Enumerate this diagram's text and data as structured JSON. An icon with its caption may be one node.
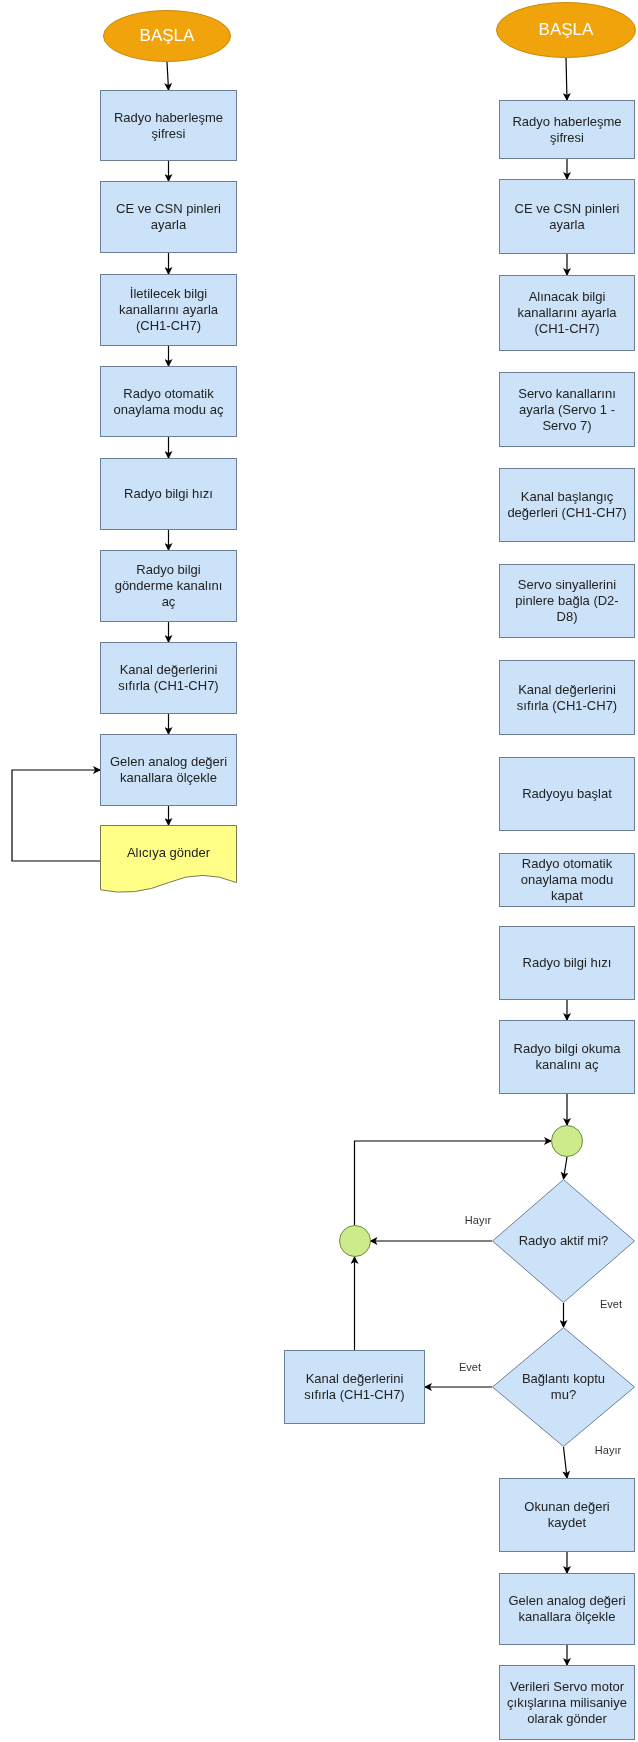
{
  "diagram": {
    "nodes": [
      {
        "text": [
          "BAŞLA"
        ]
      },
      {
        "text": [
          "Radyo haberleşme şifresi"
        ]
      },
      {
        "text": [
          "CE ve CSN pinleri ayarla"
        ]
      },
      {
        "text": [
          "İletilecek bilgi kanallarını ayarla (CH1-CH7)"
        ]
      },
      {
        "text": [
          "Radyo otomatik onaylama modu aç"
        ]
      },
      {
        "text": [
          "Radyo bilgi hızı"
        ]
      },
      {
        "text": [
          "Radyo bilgi gönderme kanalını aç"
        ]
      },
      {
        "text": [
          "Kanal değerlerini sıfırla (CH1-CH7)"
        ]
      },
      {
        "text": [
          "Gelen analog değeri kanallara ölçekle"
        ]
      },
      {
        "text": [
          "Alıcıya gönder"
        ]
      },
      {
        "text": [
          "BAŞLA"
        ]
      },
      {
        "text": [
          "Radyo haberleşme şifresi"
        ]
      },
      {
        "text": [
          "CE ve CSN pinleri ayarla"
        ]
      },
      {
        "text": [
          "Alınacak bilgi kanallarını ayarla (CH1-CH7)"
        ]
      },
      {
        "text": [
          "Servo kanallarını ayarla (Servo 1 - Servo 7)"
        ]
      },
      {
        "text": [
          "Kanal başlangıç değerleri (CH1-CH7)"
        ]
      },
      {
        "text": [
          "Servo sinyallerini pinlere bağla (D2-D8)"
        ]
      },
      {
        "text": [
          "Kanal değerlerini sıfırla (CH1-CH7)"
        ]
      },
      {
        "text": [
          "Radyoyu başlat"
        ]
      },
      {
        "text": [
          "Radyo otomatik onaylama modu kapat"
        ]
      },
      {
        "text": [
          "Radyo bilgi hızı"
        ]
      },
      {
        "text": [
          "Radyo bilgi okuma kanalını aç"
        ]
      },
      {
        "text": [],
        "shape": "circle"
      },
      {
        "text": [
          "Radyo aktif mi?"
        ]
      },
      {
        "text": [],
        "shape": "circle"
      },
      {
        "text": [
          "Kanal değerlerini sıfırla (CH1-CH7)"
        ]
      },
      {
        "text": [
          "Bağlantı koptu mu?"
        ]
      },
      {
        "text": [
          "Okunan değeri kaydet"
        ]
      },
      {
        "text": [
          "Gelen analog değeri kanallara ölçekle"
        ]
      },
      {
        "text": [
          "Verileri Servo motor çıkışlarına milisaniye olarak gönder"
        ]
      }
    ],
    "edges": [
      {
        "from": 0,
        "to": 1,
        "arrow": "to"
      },
      {
        "from": 1,
        "to": 2,
        "arrow": "to"
      },
      {
        "from": 2,
        "to": 3,
        "arrow": "to"
      },
      {
        "from": 3,
        "to": 4,
        "arrow": "to"
      },
      {
        "from": 4,
        "to": 5,
        "arrow": "to"
      },
      {
        "from": 5,
        "to": 6,
        "arrow": "to"
      },
      {
        "from": 6,
        "to": 7,
        "arrow": "to"
      },
      {
        "from": 7,
        "to": 8,
        "arrow": "to"
      },
      {
        "from": 8,
        "to": 9,
        "arrow": "to"
      },
      {
        "from": 9,
        "to": 8,
        "arrow": "to"
      },
      {
        "from": 10,
        "to": 11,
        "arrow": "to"
      },
      {
        "from": 11,
        "to": 12,
        "arrow": "to"
      },
      {
        "from": 12,
        "to": 13,
        "arrow": "to"
      },
      {
        "from": 20,
        "to": 21,
        "arrow": "to"
      },
      {
        "from": 21,
        "to": 22,
        "arrow": "to"
      },
      {
        "from": 22,
        "to": 23,
        "arrow": "to"
      },
      {
        "from": 23,
        "to": 24,
        "arrow": "to",
        "label": "Hayır"
      },
      {
        "from": 23,
        "to": 26,
        "arrow": "to",
        "label": "Evet"
      },
      {
        "from": 26,
        "to": 25,
        "arrow": "to",
        "label": "Evet"
      },
      {
        "from": 25,
        "to": 24,
        "arrow": "to"
      },
      {
        "from": 24,
        "to": 22,
        "arrow": "to"
      },
      {
        "from": 26,
        "to": 27,
        "arrow": "to",
        "label": "Hayır"
      },
      {
        "from": 27,
        "to": 28,
        "arrow": "to"
      },
      {
        "from": 28,
        "to": 29,
        "arrow": "to"
      }
    ]
  }
}
